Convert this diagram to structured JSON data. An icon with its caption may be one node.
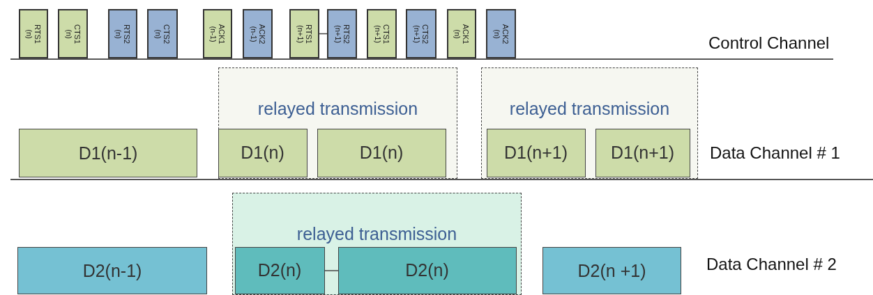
{
  "diagram": {
    "nodes": [
      {
        "text": [
          "RTS1 (n)"
        ]
      },
      {
        "text": [
          "CTS1 (n)"
        ]
      },
      {
        "text": [
          "RTS2 (n)"
        ]
      },
      {
        "text": [
          "CTS2 (n)"
        ]
      },
      {
        "text": [
          "ACK1 (n-1)"
        ]
      },
      {
        "text": [
          "ACK2 (n-1)"
        ]
      },
      {
        "text": [
          "RTS1 (n+1)"
        ]
      },
      {
        "text": [
          "RTS2 (n+1)"
        ]
      },
      {
        "text": [
          "CTS1 (n+1)"
        ]
      },
      {
        "text": [
          "CTS2 (n+1)"
        ]
      },
      {
        "text": [
          "ACK1 (n)"
        ]
      },
      {
        "text": [
          "ACK2 (n)"
        ]
      },
      {
        "text": [
          "D1(n-1)"
        ]
      },
      {
        "text": [
          "relayed transmission"
        ]
      },
      {
        "text": [
          "D1(n)"
        ],
        "in": 13
      },
      {
        "text": [
          "D1(n)"
        ],
        "in": 13
      },
      {
        "text": [
          "relayed transmission"
        ]
      },
      {
        "text": [
          "D1(n+1)"
        ],
        "in": 16
      },
      {
        "text": [
          "D1(n+1)"
        ],
        "in": 16
      },
      {
        "text": [
          "D2(n-1)"
        ]
      },
      {
        "text": [
          "relayed transmission"
        ]
      },
      {
        "text": [
          "D2(n)"
        ],
        "in": 20
      },
      {
        "text": [
          "D2(n)"
        ],
        "in": 20
      },
      {
        "text": [
          "D2(n +1)"
        ]
      }
    ],
    "edges": [
      {
        "from": 6,
        "to": 7,
        "arrow": "none"
      },
      {
        "from": 21,
        "to": 22,
        "arrow": "none"
      }
    ],
    "labels": [
      "Control Channel",
      "Data Channel # 1",
      "Data Channel # 2"
    ]
  }
}
